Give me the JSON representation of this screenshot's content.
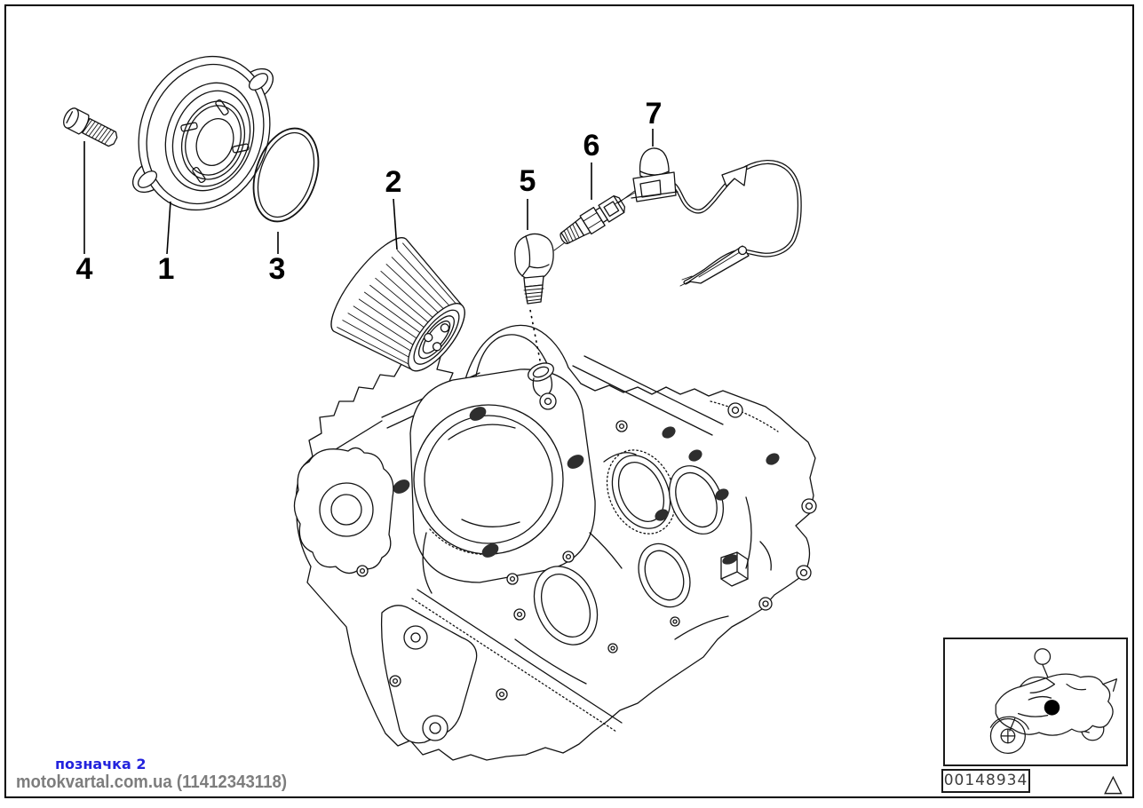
{
  "diagram": {
    "callouts": [
      {
        "number": "1"
      },
      {
        "number": "2"
      },
      {
        "number": "3"
      },
      {
        "number": "4"
      },
      {
        "number": "5"
      },
      {
        "number": "6"
      },
      {
        "number": "7"
      }
    ]
  },
  "footer": {
    "note_label": "позначка 2",
    "note_color": "#2323dd",
    "credit": "motokvartal.com.ua (11412343118)",
    "credit_color": "#7d7d7d"
  },
  "thumbnail": {
    "diagram_number": "00148934",
    "vehicle_icon": "motorcycle-icon",
    "nav_icon": "up-triangle-icon"
  },
  "colors": {
    "line": "#121212",
    "background": "#ffffff"
  }
}
